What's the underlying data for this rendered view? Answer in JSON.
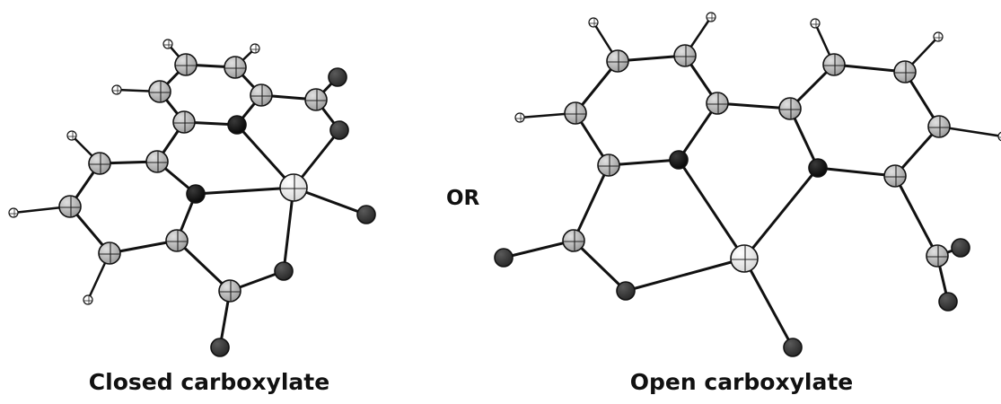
{
  "labels": {
    "closed": "Closed carboxylate",
    "open": "Open carboxylate",
    "or": "OR"
  },
  "colors": {
    "carbon": "#b4b4b4",
    "nitrogen": "#141414",
    "oxygen": "#3c3c3c",
    "metal": "#f2f2f2",
    "hydrogen": "#ffffff",
    "bond": "#111111"
  }
}
